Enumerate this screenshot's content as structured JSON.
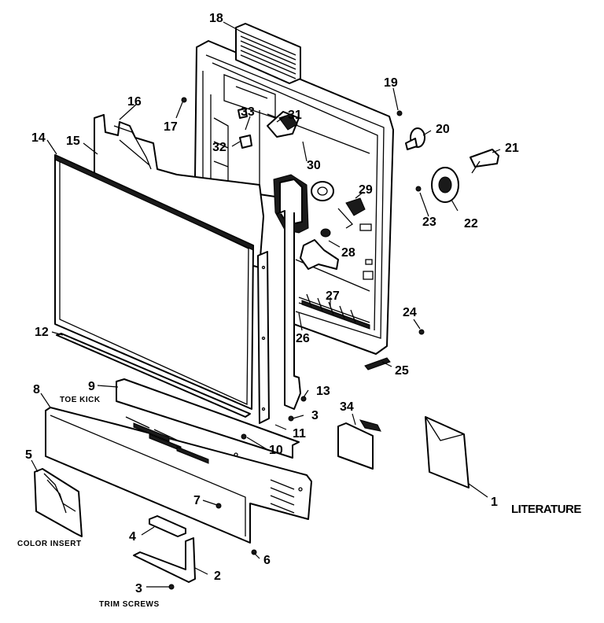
{
  "callouts": [
    {
      "id": "c1",
      "text": "1"
    },
    {
      "id": "c2",
      "text": "2"
    },
    {
      "id": "c3a",
      "text": "3"
    },
    {
      "id": "c3b",
      "text": "3"
    },
    {
      "id": "c4",
      "text": "4"
    },
    {
      "id": "c5",
      "text": "5"
    },
    {
      "id": "c6",
      "text": "6"
    },
    {
      "id": "c7",
      "text": "7"
    },
    {
      "id": "c8",
      "text": "8"
    },
    {
      "id": "c9",
      "text": "9"
    },
    {
      "id": "c10",
      "text": "10"
    },
    {
      "id": "c11",
      "text": "11"
    },
    {
      "id": "c12",
      "text": "12"
    },
    {
      "id": "c13",
      "text": "13"
    },
    {
      "id": "c14",
      "text": "14"
    },
    {
      "id": "c15",
      "text": "15"
    },
    {
      "id": "c16",
      "text": "16"
    },
    {
      "id": "c17",
      "text": "17"
    },
    {
      "id": "c18",
      "text": "18"
    },
    {
      "id": "c19",
      "text": "19"
    },
    {
      "id": "c20",
      "text": "20"
    },
    {
      "id": "c21",
      "text": "21"
    },
    {
      "id": "c22",
      "text": "22"
    },
    {
      "id": "c23",
      "text": "23"
    },
    {
      "id": "c24",
      "text": "24"
    },
    {
      "id": "c25",
      "text": "25"
    },
    {
      "id": "c26",
      "text": "26"
    },
    {
      "id": "c27",
      "text": "27"
    },
    {
      "id": "c28",
      "text": "28"
    },
    {
      "id": "c29",
      "text": "29"
    },
    {
      "id": "c30",
      "text": "30"
    },
    {
      "id": "c31",
      "text": "31"
    },
    {
      "id": "c32",
      "text": "32"
    },
    {
      "id": "c33",
      "text": "33"
    },
    {
      "id": "c34",
      "text": "34"
    }
  ],
  "captions": {
    "toe_kick": "TOE KICK",
    "color_insert": "COLOR INSERT",
    "trim_screws": "TRIM SCREWS",
    "literature": "LITERATURE"
  }
}
